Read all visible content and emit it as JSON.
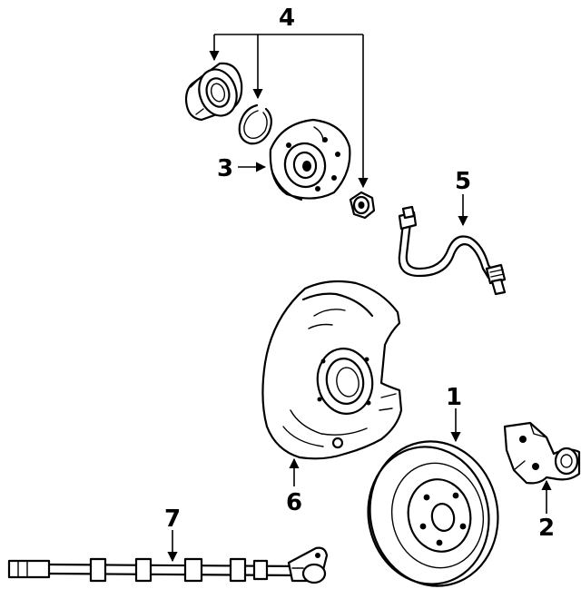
{
  "callouts": {
    "c1": "1",
    "c2": "2",
    "c3": "3",
    "c4": "4",
    "c5": "5",
    "c6": "6",
    "c7": "7"
  },
  "parts": [
    {
      "id": "1",
      "icon": "brake-rotor-icon"
    },
    {
      "id": "2",
      "icon": "knuckle-icon"
    },
    {
      "id": "3",
      "icon": "hub-flange-icon"
    },
    {
      "id": "4",
      "icon": "bearing-kit-icon"
    },
    {
      "id": "5",
      "icon": "brake-hose-icon"
    },
    {
      "id": "6",
      "icon": "splash-shield-icon"
    },
    {
      "id": "7",
      "icon": "abs-sensor-icon"
    }
  ]
}
